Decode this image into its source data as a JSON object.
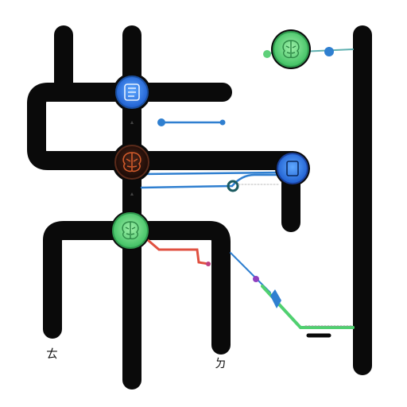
{
  "diagram": {
    "background": "#ffffff",
    "track_color": "#0a0a0a",
    "nodes": [
      {
        "name": "node-blue-top",
        "icon": "document-icon",
        "color": "#2f7fe0",
        "ring": "#1a4fa0"
      },
      {
        "name": "node-green-top-right",
        "icon": "brain-icon",
        "color": "#5fd07a",
        "ring": "#2f9a4e"
      },
      {
        "name": "node-dark-red-center",
        "icon": "brain-icon",
        "color": "#3a1a12",
        "ring": "#c0502a"
      },
      {
        "name": "node-blue-right",
        "icon": "document-icon",
        "color": "#2f6fe0",
        "ring": "#1a3f9a"
      },
      {
        "name": "node-green-bottom",
        "icon": "brain-icon",
        "color": "#5fd07a",
        "ring": "#2f9a4e"
      }
    ],
    "connector_colors": {
      "blue": "#2f7fd0",
      "teal": "#5fb0b0",
      "red": "#e05040",
      "green": "#50d070",
      "purple": "#9040c0",
      "dark_teal": "#1a5a60"
    },
    "labels": [
      {
        "name": "glyph-left",
        "text": "ㄊ"
      },
      {
        "name": "glyph-right",
        "text": "ㄉ"
      }
    ]
  }
}
